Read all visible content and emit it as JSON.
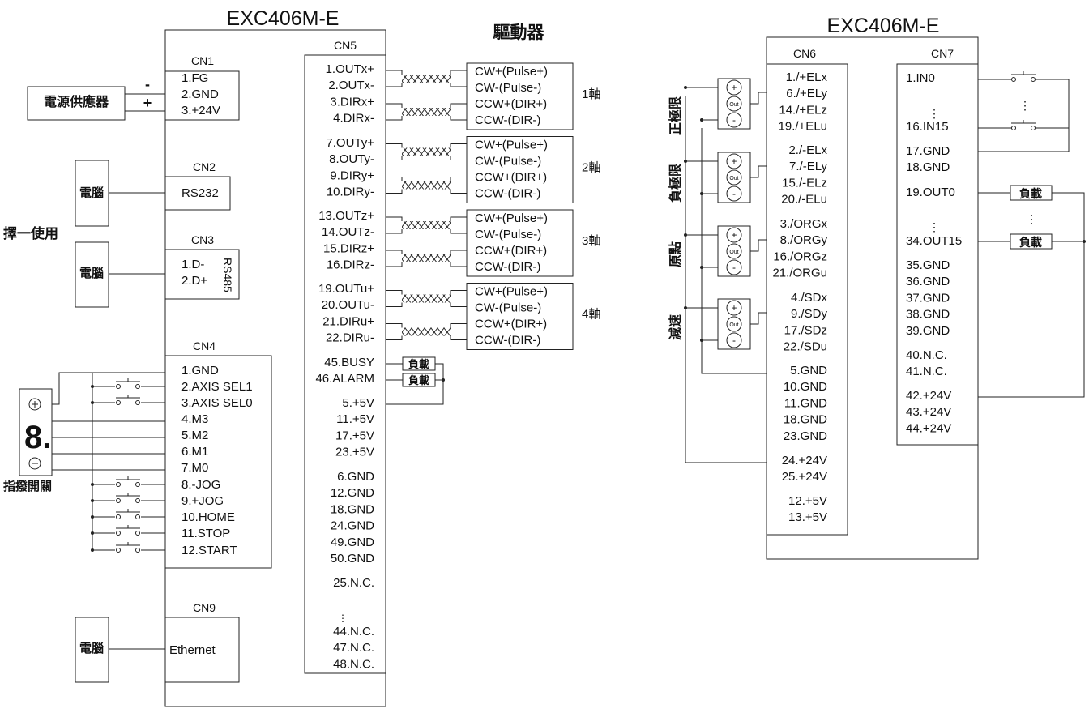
{
  "left": {
    "title": "EXC406M-E",
    "cn1": {
      "label": "CN1",
      "pins": [
        "1.FG",
        "2.GND",
        "3.+24V"
      ]
    },
    "power_supply": "電源供應器",
    "minus": "-",
    "plus": "+",
    "cn2": {
      "label": "CN2",
      "pins": [
        "RS232"
      ]
    },
    "cn3": {
      "label": "CN3",
      "pins": [
        "1.D-",
        "2.D+"
      ],
      "side": "RS485"
    },
    "pc": "電腦",
    "choose_one": "擇一使用",
    "cn4": {
      "label": "CN4",
      "pins": [
        "1.GND",
        "2.AXIS SEL1",
        "3.AXIS SEL0",
        "4.M3",
        "5.M2",
        "6.M1",
        "7.M0",
        "8.-JOG",
        "9.+JOG",
        "10.HOME",
        "11.STOP",
        "12.START"
      ]
    },
    "dip_switch": "指撥開關",
    "dip_digit": "8.",
    "cn9": {
      "label": "CN9",
      "pins": [
        "Ethernet"
      ]
    },
    "cn5": {
      "label": "CN5",
      "groups": [
        [
          "1.OUTx+",
          "2.OUTx-",
          "3.DIRx+",
          "4.DIRx-"
        ],
        [
          "7.OUTy+",
          "8.OUTy-",
          "9.DIRy+",
          "10.DIRy-"
        ],
        [
          "13.OUTz+",
          "14.OUTz-",
          "15.DIRz+",
          "16.DIRz-"
        ],
        [
          "19.OUTu+",
          "20.OUTu-",
          "21.DIRu+",
          "22.DIRu-"
        ],
        [
          "45.BUSY",
          "46.ALARM"
        ],
        [
          "5.+5V",
          "11.+5V",
          "17.+5V",
          "23.+5V"
        ],
        [
          "6.GND",
          "12.GND",
          "18.GND",
          "24.GND",
          "49.GND",
          "50.GND"
        ],
        [
          "25.N.C."
        ],
        [
          "44.N.C.",
          "47.N.C.",
          "48.N.C."
        ]
      ]
    },
    "driver_title": "驅動器",
    "driver_pins": [
      "CW+(Pulse+)",
      "CW-(Pulse-)",
      "CCW+(DIR+)",
      "CCW-(DIR-)"
    ],
    "axes": [
      "1軸",
      "2軸",
      "3軸",
      "4軸"
    ],
    "load": "負載"
  },
  "right": {
    "title": "EXC406M-E",
    "cn6": {
      "label": "CN6",
      "groups": [
        [
          "1./+ELx",
          "6./+ELy",
          "14./+ELz",
          "19./+ELu"
        ],
        [
          "2./-ELx",
          "7./-ELy",
          "15./-ELz",
          "20./-ELu"
        ],
        [
          "3./ORGx",
          "8./ORGy",
          "16./ORGz",
          "21./ORGu"
        ],
        [
          "4./SDx",
          "9./SDy",
          "17./SDz",
          "22./SDu"
        ],
        [
          "5.GND",
          "10.GND",
          "11.GND",
          "18.GND",
          "23.GND"
        ],
        [
          "24.+24V",
          "25.+24V"
        ],
        [
          "12.+5V",
          "13.+5V"
        ]
      ]
    },
    "cn7": {
      "label": "CN7",
      "groups": [
        [
          "1.IN0"
        ],
        [
          "16.IN15"
        ],
        [
          "17.GND",
          "18.GND"
        ],
        [
          "19.OUT0"
        ],
        [
          "34.OUT15"
        ],
        [
          "35.GND",
          "36.GND",
          "37.GND",
          "38.GND",
          "39.GND"
        ],
        [
          "40.N.C.",
          "41.N.C."
        ],
        [
          "42.+24V",
          "43.+24V",
          "44.+24V"
        ]
      ]
    },
    "sensor_labels": [
      "正極限",
      "負極限",
      "原點",
      "減速"
    ],
    "sensor_terms": [
      "+",
      "Out",
      "-"
    ],
    "load": "負載"
  }
}
